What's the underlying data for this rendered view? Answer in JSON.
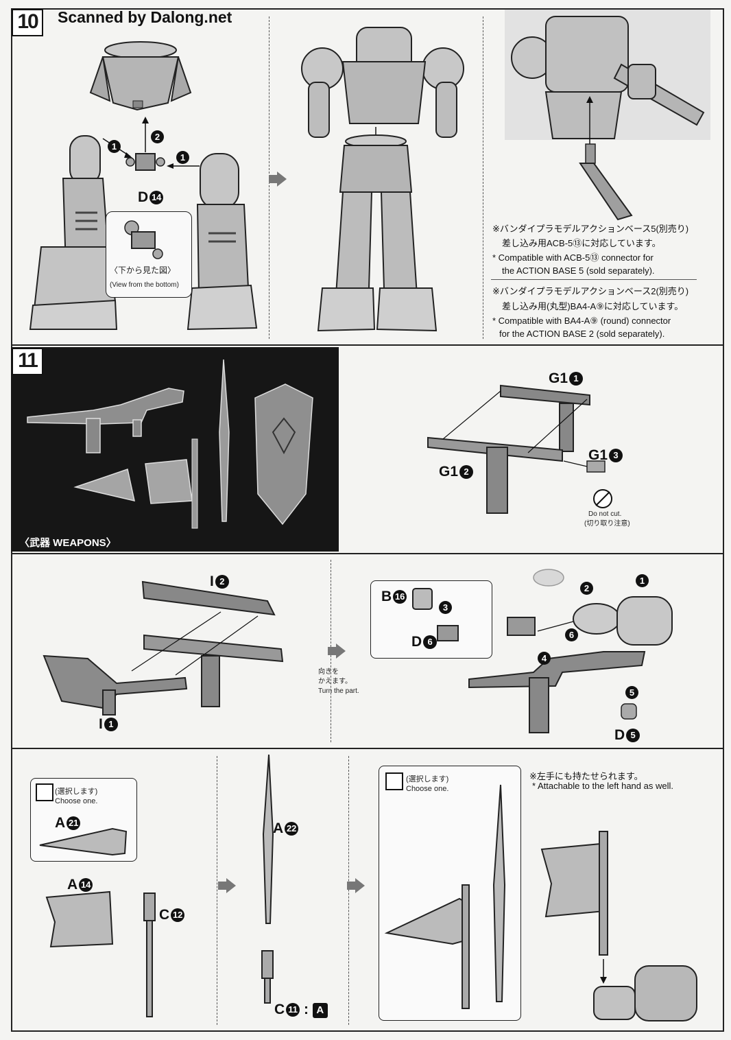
{
  "watermark": "Scanned by Dalong.net",
  "step10": {
    "number": "10",
    "part_label": "D",
    "part_num": "14",
    "bottom_view_jp": "〈下から見た図〉",
    "bottom_view_en": "(View from the bottom)",
    "arrows": [
      "1",
      "2",
      "1"
    ],
    "note1_jp": "※バンダイプラモデルアクションベース5(別売り)",
    "note1_jp2": "差し込み用ACB-5⑬に対応しています。",
    "note1_en": "* Compatible with ACB-5⑬ connector for",
    "note1_en2": "the ACTION BASE 5 (sold separately).",
    "note2_jp": "※バンダイプラモデルアクションベース2(別売り)",
    "note2_jp2": "差し込み用(丸型)BA4-A⑨に対応しています。",
    "note2_en": "* Compatible with BA4-A⑨ (round) connector",
    "note2_en2": "for the ACTION BASE 2 (sold separately)."
  },
  "step11": {
    "number": "11",
    "weapons_label": "〈武器 WEAPONS〉",
    "g1_1": "G1",
    "g1_1n": "1",
    "g1_2": "G1",
    "g1_2n": "2",
    "g1_3": "G1",
    "g1_3n": "3",
    "do_not_cut": "Do not cut.",
    "do_not_cut_jp": "(切り取り注意)"
  },
  "rifle": {
    "i2": "I",
    "i2n": "2",
    "i1": "I",
    "i1n": "1",
    "turn_jp": "向きを",
    "turn_jp2": "かえます。",
    "turn_en": "Turn the part.",
    "b16": "B",
    "b16n": "16",
    "d6": "D",
    "d6n": "6",
    "d5": "D",
    "d5n": "5",
    "steps": [
      "1",
      "2",
      "3",
      "4",
      "5",
      "6"
    ]
  },
  "axe": {
    "choose_jp": "(選択します)",
    "choose_en": "Choose one.",
    "a21": "A",
    "a21n": "21",
    "a14": "A",
    "a14n": "14",
    "c12": "C",
    "c12n": "12",
    "a22": "A",
    "a22n": "22",
    "c11": "C",
    "c11n": "11",
    "c11b": "A",
    "left_hand_jp": "※左手にも持たせられます。",
    "left_hand_en": "* Attachable to the left hand as well."
  }
}
